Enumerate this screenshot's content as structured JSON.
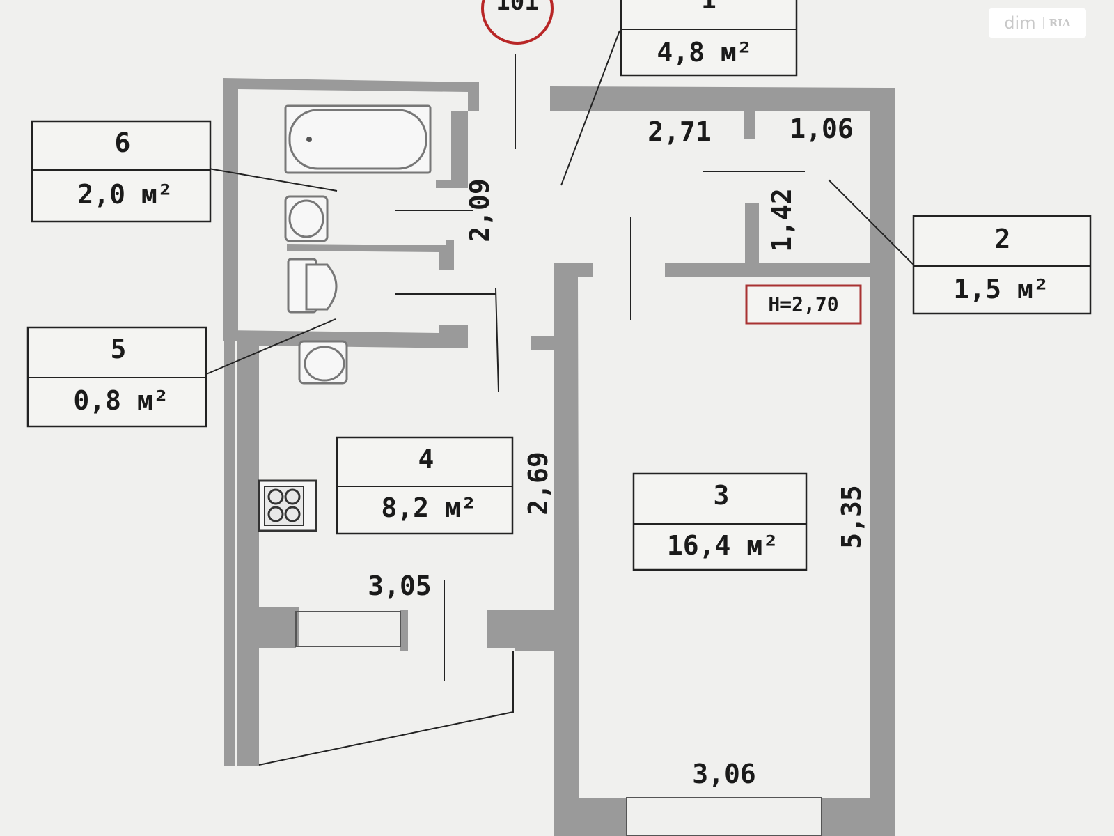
{
  "watermark": {
    "brand": "dim",
    "sub": "RIA"
  },
  "apartment_number": "101",
  "ceiling_height": "H=2,70",
  "rooms": [
    {
      "id": "1",
      "area": "4,8 м²"
    },
    {
      "id": "2",
      "area": "1,5 м²"
    },
    {
      "id": "3",
      "area": "16,4 м²"
    },
    {
      "id": "4",
      "area": "8,2 м²"
    },
    {
      "id": "5",
      "area": "0,8 м²"
    },
    {
      "id": "6",
      "area": "2,0 м²"
    }
  ],
  "dimensions": {
    "d_271": "2,71",
    "d_106": "1,06",
    "d_142": "1,42",
    "d_209": "2,09",
    "d_269": "2,69",
    "d_535": "5,35",
    "d_305": "3,05",
    "d_306": "3,06"
  }
}
